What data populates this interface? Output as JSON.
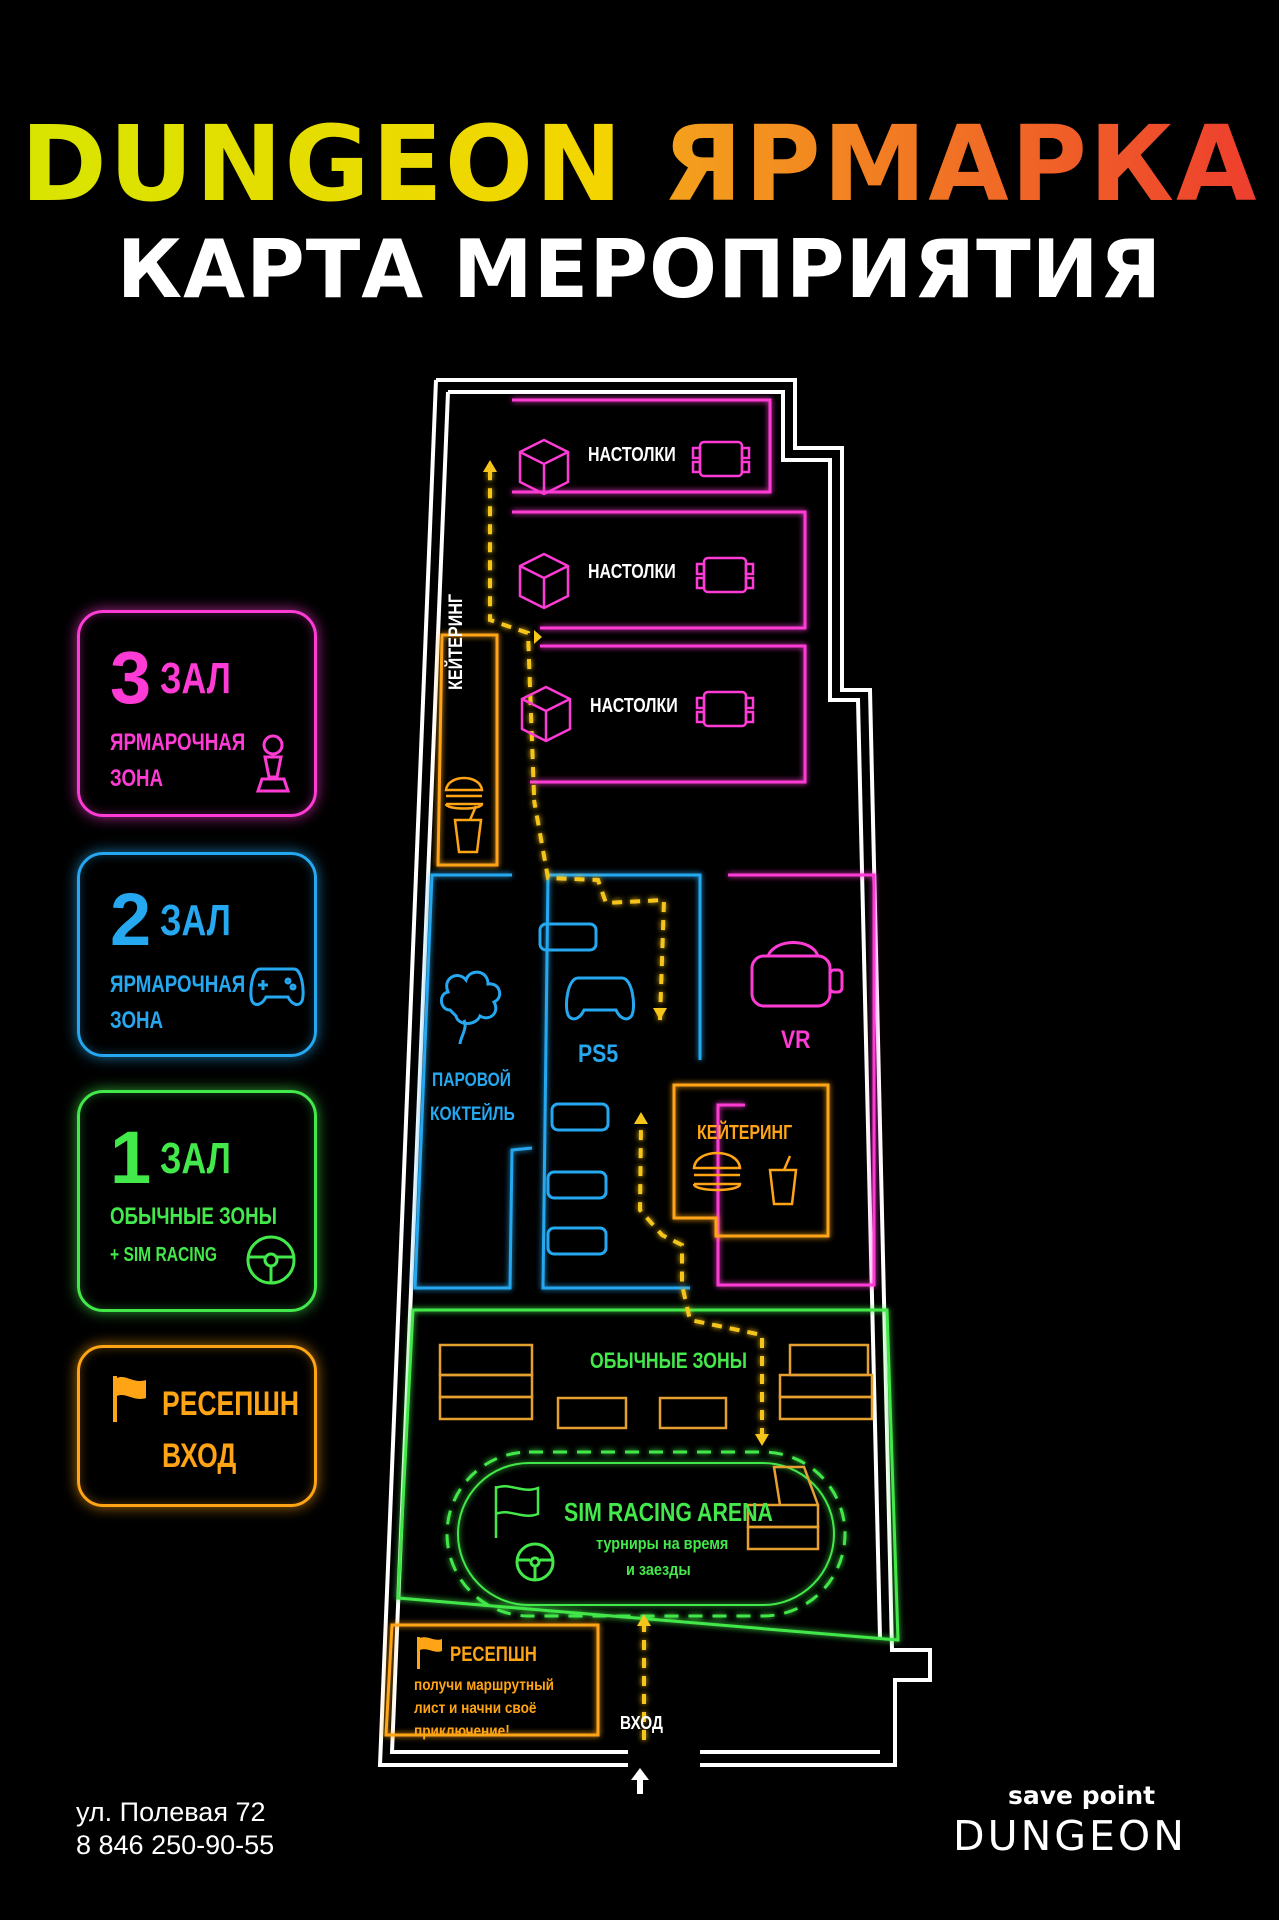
{
  "title": {
    "part1": "DUNGEON",
    "part2": "ЯРМАРКА",
    "subtitle": "КАРТА МЕРОПРИЯТИЯ"
  },
  "colors": {
    "magenta": "#ff3bd5",
    "blue": "#25a8f0",
    "green": "#43e84a",
    "orange": "#ffa414",
    "yellow": "#f6c51b"
  },
  "legend": [
    {
      "number": "3",
      "hall": "ЗАЛ",
      "line1": "ЯРМАРОЧНАЯ",
      "line2": "ЗОНА",
      "icon": "pawn-icon"
    },
    {
      "number": "2",
      "hall": "ЗАЛ",
      "line1": "ЯРМАРОЧНАЯ",
      "line2": "ЗОНА",
      "icon": "gamepad-icon"
    },
    {
      "number": "1",
      "hall": "ЗАЛ",
      "line1": "ОБЫЧНЫЕ ЗОНЫ",
      "line2": "+ SIM RACING",
      "icon": "steering-wheel-icon"
    },
    {
      "line1": "РЕСЕПШН",
      "line2": "ВХОД",
      "icon": "flag-icon"
    }
  ],
  "map": {
    "boardgames": [
      "НАСТОЛКИ",
      "НАСТОЛКИ",
      "НАСТОЛКИ"
    ],
    "catering_top": "КЕЙТЕРИНГ",
    "steam_cocktail": [
      "ПАРОВОЙ",
      "КОКТЕЙЛЬ"
    ],
    "ps5": "PS5",
    "vr": "VR",
    "catering_mid": "КЕЙТЕРИНГ",
    "regular_zones": "ОБЫЧНЫЕ ЗОНЫ",
    "sim_racing": {
      "title": "SIM RACING ARENA",
      "line1": "турниры на время",
      "line2": "и заезды"
    },
    "reception": {
      "title": "РЕСЕПШН",
      "line1": "получи маршрутный",
      "line2": "лист и начни своё",
      "line3": "приключение!"
    },
    "entrance": "ВХОД"
  },
  "footer": {
    "address": "ул. Полевая 72",
    "phone": "8 846 250-90-55",
    "brand_top": "save point",
    "brand_bottom": "DUNGEON"
  }
}
